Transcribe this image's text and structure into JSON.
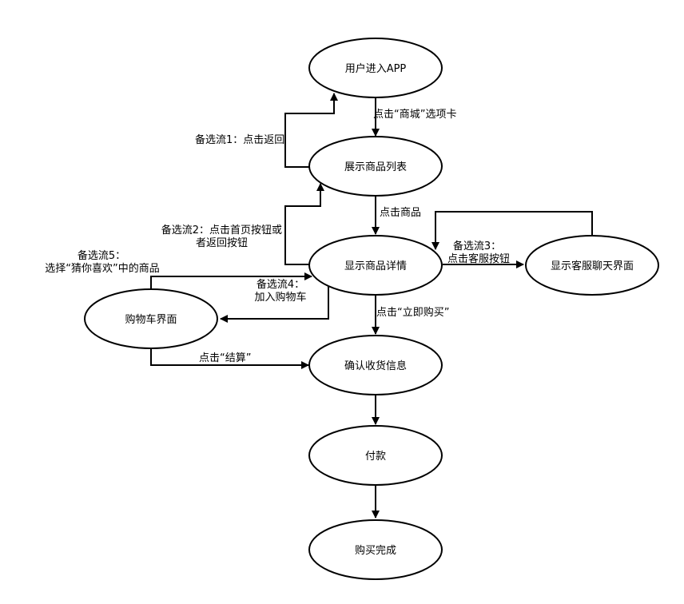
{
  "nodes": {
    "app": {
      "label": "用户进入APP"
    },
    "list": {
      "label": "展示商品列表"
    },
    "detail": {
      "label": "显示商品详情"
    },
    "service": {
      "label": "显示客服聊天界面"
    },
    "cart": {
      "label": "购物车界面"
    },
    "confirm": {
      "label": "确认收货信息"
    },
    "pay": {
      "label": "付款"
    },
    "done": {
      "label": "购买完成"
    }
  },
  "edges": {
    "to_list": {
      "label": "点击“商城”选项卡"
    },
    "alt1": {
      "label": "备选流1：点击返回"
    },
    "to_detail": {
      "label": "点击商品"
    },
    "alt2": {
      "line1": "备选流2：点击首页按钮或",
      "line2": "者返回按钮"
    },
    "alt3": {
      "line1": "备选流3：",
      "line2": "点击客服按钮"
    },
    "alt5": {
      "line1": "备选流5：",
      "line2": "选择“猜你喜欢”中的商品"
    },
    "alt4": {
      "line1": "备选流4：",
      "line2": "加入购物车"
    },
    "buy_now": {
      "label": "点击“立即购买”"
    },
    "checkout": {
      "label": "点击“结算”"
    }
  }
}
